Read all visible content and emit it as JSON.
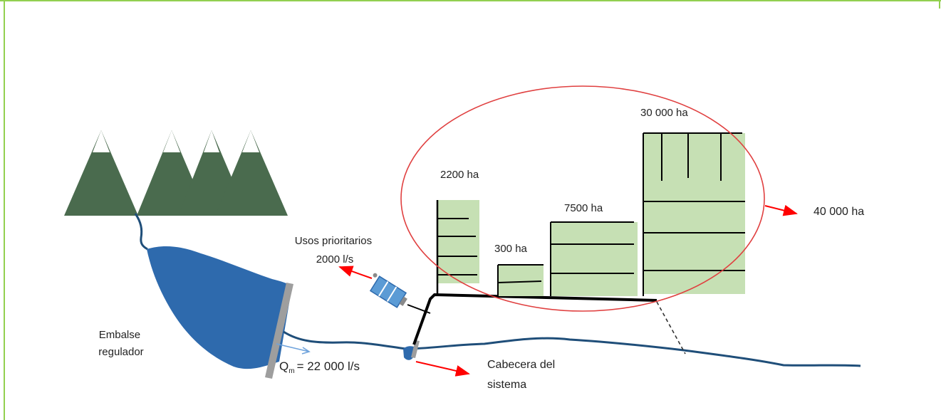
{
  "labels": {
    "area_2200": "2200 ha",
    "area_300": "300 ha",
    "area_7500": "7500 ha",
    "area_30000": "30 000 ha",
    "total_area": "40 000 ha",
    "priority_uses_line1": "Usos prioritarios",
    "priority_uses_line2": "2000 l/s",
    "reservoir_line1": "Embalse",
    "reservoir_line2": "regulador",
    "flow_symbol": "Q",
    "flow_subscript": "m",
    "flow_value": "= 22 000 l/s",
    "headworks_line1": "Cabecera del",
    "headworks_line2": "sistema"
  },
  "colors": {
    "border": "#92d050",
    "mountain": "#4a6b4e",
    "snow": "#ffffff",
    "water": "#2e6aad",
    "river": "#1f4e79",
    "field": "#c6e0b4",
    "ellipse": "#e04040",
    "arrow": "#ff0000",
    "pump": "#5b9bd5",
    "dam": "#9e9e9e"
  }
}
